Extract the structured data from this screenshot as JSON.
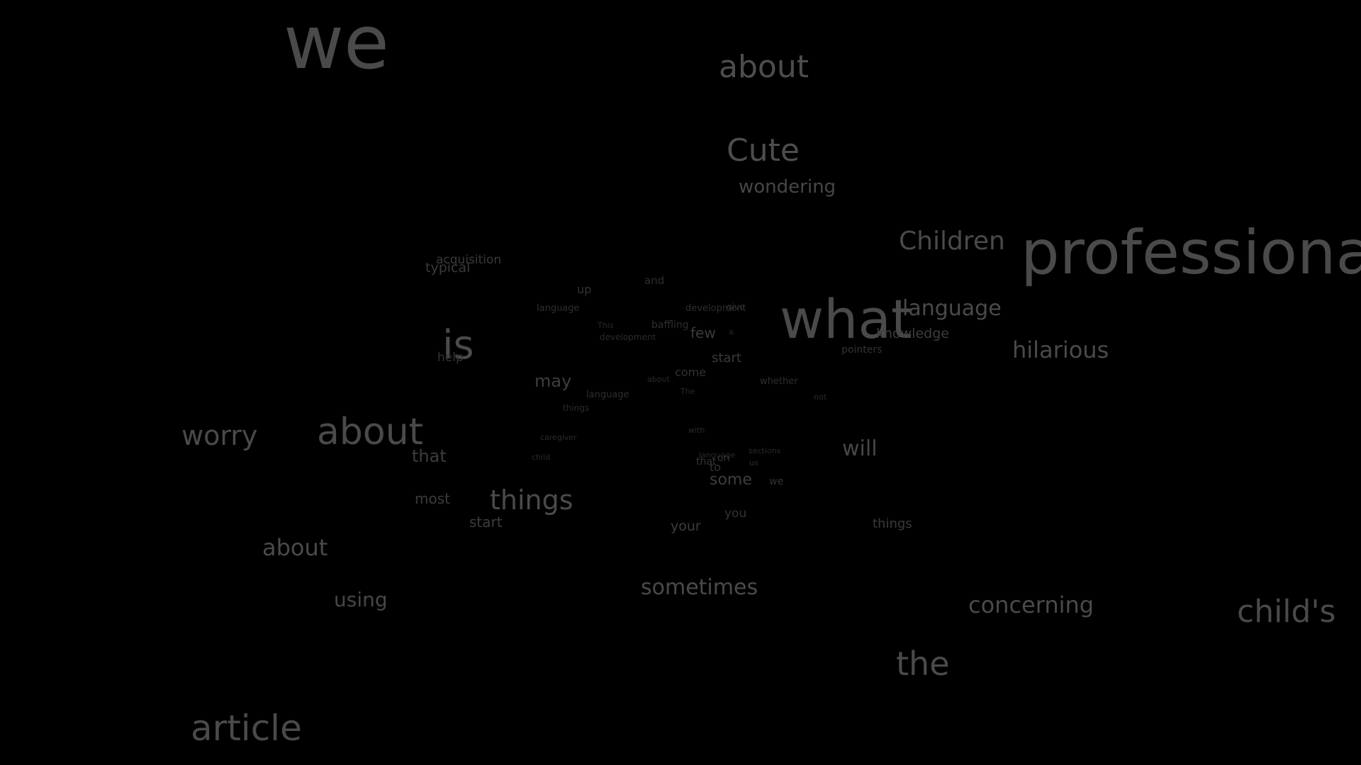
{
  "word_cloud": {
    "background_color": "#000000",
    "words": [
      {
        "text": "we",
        "size": 104,
        "color": "#4a4a4a"
      },
      {
        "text": "about",
        "size": 44,
        "color": "#4d4d4d"
      },
      {
        "text": "Cute",
        "size": 44,
        "color": "#4d4d4d"
      },
      {
        "text": "wondering",
        "size": 26,
        "color": "#474747"
      },
      {
        "text": "Children",
        "size": 36,
        "color": "#4a4a4a"
      },
      {
        "text": "professional",
        "size": 86,
        "color": "#4a4a4a"
      },
      {
        "text": "acquisition",
        "size": 17,
        "color": "#3a3a3a"
      },
      {
        "text": "typical",
        "size": 19,
        "color": "#3a3a3a"
      },
      {
        "text": "up",
        "size": 16,
        "color": "#333333"
      },
      {
        "text": "and",
        "size": 15,
        "color": "#2e2e2e"
      },
      {
        "text": "language",
        "size": 13,
        "color": "#2e2e2e"
      },
      {
        "text": "development",
        "size": 13,
        "color": "#2e2e2e"
      },
      {
        "text": "give",
        "size": 12,
        "color": "#2b2b2b"
      },
      {
        "text": "what",
        "size": 76,
        "color": "#4a4a4a"
      },
      {
        "text": "language",
        "size": 30,
        "color": "#4a4a4a"
      },
      {
        "text": "This",
        "size": 11,
        "color": "#2a2a2a"
      },
      {
        "text": "baffling",
        "size": 14,
        "color": "#2e2e2e"
      },
      {
        "text": "few",
        "size": 20,
        "color": "#3b3b3b"
      },
      {
        "text": "a",
        "size": 11,
        "color": "#2a2a2a"
      },
      {
        "text": "knowledge",
        "size": 19,
        "color": "#3d3d3d"
      },
      {
        "text": "development",
        "size": 12,
        "color": "#2b2b2b"
      },
      {
        "text": "is",
        "size": 56,
        "color": "#4a4a4a"
      },
      {
        "text": "pointers",
        "size": 14,
        "color": "#333333"
      },
      {
        "text": "hilarious",
        "size": 32,
        "color": "#4a4a4a"
      },
      {
        "text": "help",
        "size": 17,
        "color": "#333333"
      },
      {
        "text": "start",
        "size": 18,
        "color": "#3b3b3b"
      },
      {
        "text": "may",
        "size": 24,
        "color": "#3d3d3d"
      },
      {
        "text": "come",
        "size": 16,
        "color": "#333333"
      },
      {
        "text": "about",
        "size": 11,
        "color": "#2a2a2a"
      },
      {
        "text": "whether",
        "size": 13,
        "color": "#2e2e2e"
      },
      {
        "text": "The",
        "size": 11,
        "color": "#2a2a2a"
      },
      {
        "text": "language",
        "size": 13,
        "color": "#2e2e2e"
      },
      {
        "text": "not",
        "size": 11,
        "color": "#2a2a2a"
      },
      {
        "text": "things",
        "size": 12,
        "color": "#2b2b2b"
      },
      {
        "text": "worry",
        "size": 38,
        "color": "#4a4a4a"
      },
      {
        "text": "about",
        "size": 52,
        "color": "#4a4a4a"
      },
      {
        "text": "with",
        "size": 11,
        "color": "#2a2a2a"
      },
      {
        "text": "caregiver",
        "size": 11,
        "color": "#2a2a2a"
      },
      {
        "text": "sections",
        "size": 11,
        "color": "#2a2a2a"
      },
      {
        "text": "will",
        "size": 30,
        "color": "#474747"
      },
      {
        "text": "that",
        "size": 24,
        "color": "#3d3d3d"
      },
      {
        "text": "language",
        "size": 11,
        "color": "#2a2a2a"
      },
      {
        "text": "child",
        "size": 11,
        "color": "#2a2a2a"
      },
      {
        "text": "that",
        "size": 14,
        "color": "#333333"
      },
      {
        "text": "on",
        "size": 14,
        "color": "#333333"
      },
      {
        "text": "us",
        "size": 11,
        "color": "#2a2a2a"
      },
      {
        "text": "to",
        "size": 16,
        "color": "#333333"
      },
      {
        "text": "some",
        "size": 22,
        "color": "#3d3d3d"
      },
      {
        "text": "we",
        "size": 14,
        "color": "#333333"
      },
      {
        "text": "most",
        "size": 20,
        "color": "#3b3b3b"
      },
      {
        "text": "things",
        "size": 38,
        "color": "#4a4a4a"
      },
      {
        "text": "you",
        "size": 17,
        "color": "#333333"
      },
      {
        "text": "start",
        "size": 20,
        "color": "#3d3d3d"
      },
      {
        "text": "your",
        "size": 19,
        "color": "#3d3d3d"
      },
      {
        "text": "things",
        "size": 18,
        "color": "#3b3b3b"
      },
      {
        "text": "about",
        "size": 32,
        "color": "#4a4a4a"
      },
      {
        "text": "sometimes",
        "size": 30,
        "color": "#4a4a4a"
      },
      {
        "text": "using",
        "size": 28,
        "color": "#474747"
      },
      {
        "text": "concerning",
        "size": 32,
        "color": "#4a4a4a"
      },
      {
        "text": "child's",
        "size": 44,
        "color": "#4a4a4a"
      },
      {
        "text": "the",
        "size": 46,
        "color": "#4a4a4a"
      },
      {
        "text": "article",
        "size": 50,
        "color": "#4a4a4a"
      }
    ]
  }
}
